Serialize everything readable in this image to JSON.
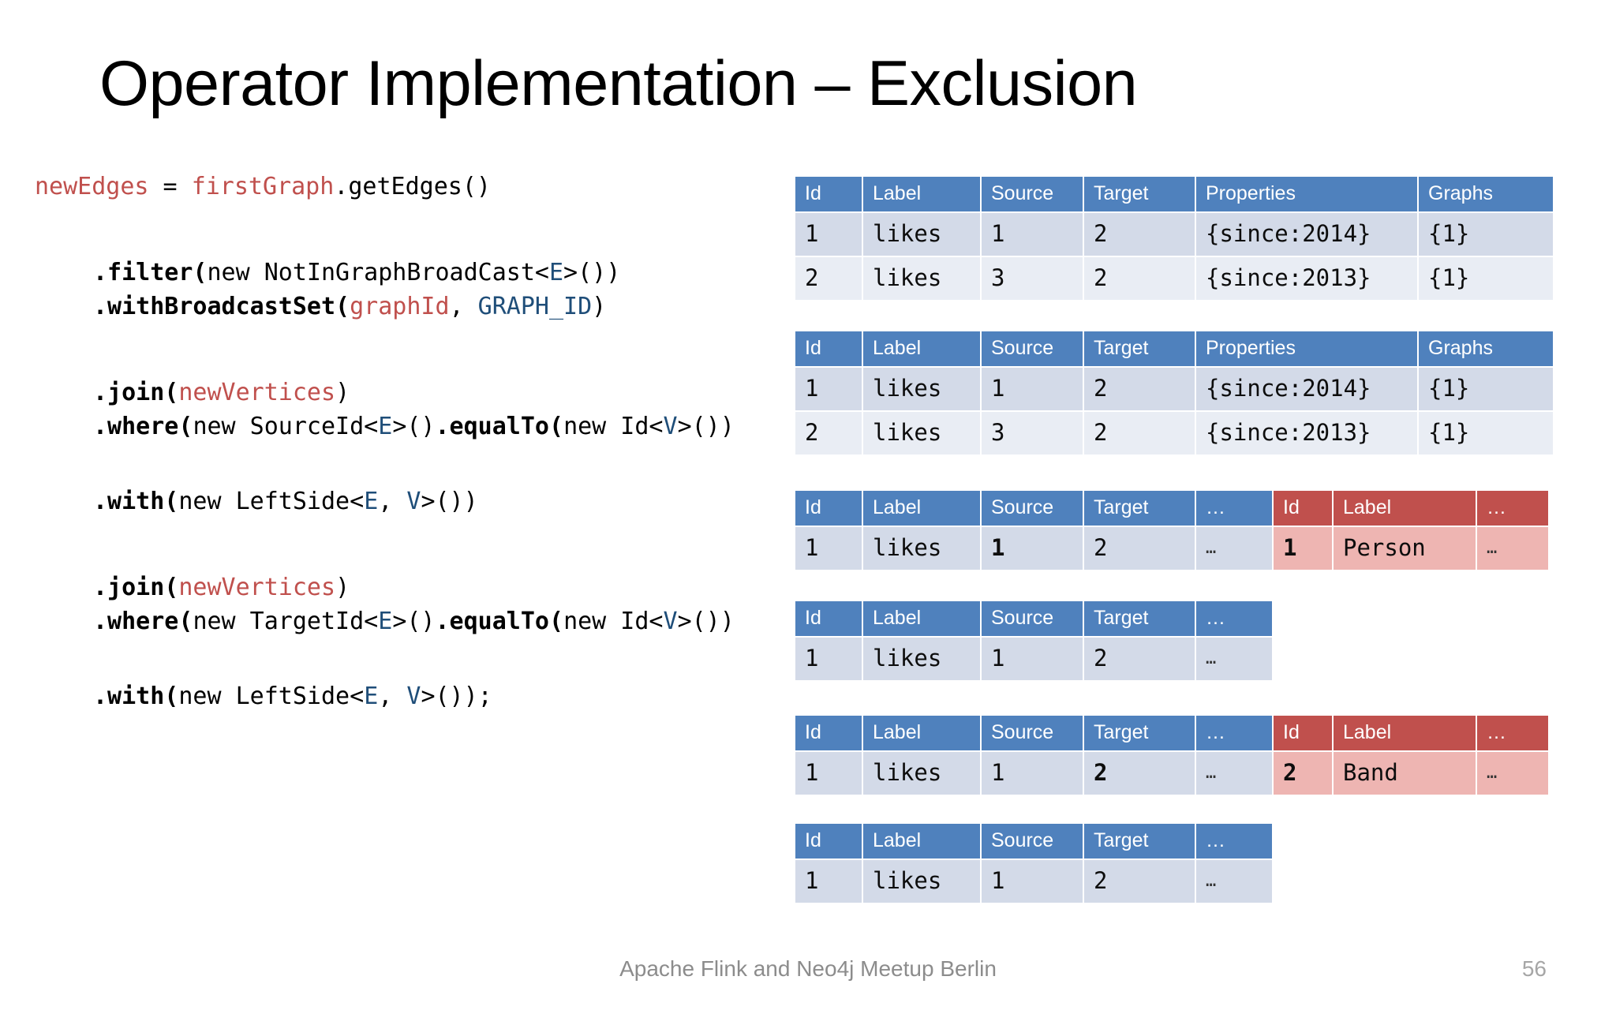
{
  "title": "Operator Implementation – Exclusion",
  "code": {
    "lines": [
      {
        "indent": 0,
        "tokens": [
          {
            "t": "newEdges",
            "k": "var"
          },
          {
            "t": " = ",
            "k": "plain"
          },
          {
            "t": "firstGraph",
            "k": "var"
          },
          {
            "t": ".getEdges()",
            "k": "plain"
          }
        ]
      },
      {
        "indent": 1,
        "tokens": [
          {
            "t": ".filter(",
            "k": "meth"
          },
          {
            "t": "new NotInGraphBroadCast<",
            "k": "plain"
          },
          {
            "t": "E",
            "k": "gen"
          },
          {
            "t": ">())",
            "k": "plain"
          }
        ]
      },
      {
        "indent": 1,
        "tokens": [
          {
            "t": ".withBroadcastSet(",
            "k": "meth"
          },
          {
            "t": "graphId",
            "k": "var"
          },
          {
            "t": ", ",
            "k": "plain"
          },
          {
            "t": "GRAPH_ID",
            "k": "gen"
          },
          {
            "t": ")",
            "k": "plain"
          }
        ]
      },
      {
        "indent": 1,
        "tokens": [
          {
            "t": ".join(",
            "k": "meth"
          },
          {
            "t": "newVertices",
            "k": "var"
          },
          {
            "t": ")",
            "k": "plain"
          }
        ]
      },
      {
        "indent": 1,
        "tokens": [
          {
            "t": ".where(",
            "k": "meth"
          },
          {
            "t": "new SourceId<",
            "k": "plain"
          },
          {
            "t": "E",
            "k": "gen"
          },
          {
            "t": ">()",
            "k": "plain"
          },
          {
            "t": ".equalTo(",
            "k": "meth"
          },
          {
            "t": "new Id<",
            "k": "plain"
          },
          {
            "t": "V",
            "k": "gen"
          },
          {
            "t": ">())",
            "k": "plain"
          }
        ]
      },
      {
        "indent": 1,
        "tokens": [
          {
            "t": ".with(",
            "k": "meth"
          },
          {
            "t": "new LeftSide<",
            "k": "plain"
          },
          {
            "t": "E",
            "k": "gen"
          },
          {
            "t": ", ",
            "k": "plain"
          },
          {
            "t": "V",
            "k": "gen"
          },
          {
            "t": ">())",
            "k": "plain"
          }
        ]
      },
      {
        "indent": 1,
        "tokens": [
          {
            "t": ".join(",
            "k": "meth"
          },
          {
            "t": "newVertices",
            "k": "var"
          },
          {
            "t": ")",
            "k": "plain"
          }
        ]
      },
      {
        "indent": 1,
        "tokens": [
          {
            "t": ".where(",
            "k": "meth"
          },
          {
            "t": "new TargetId<",
            "k": "plain"
          },
          {
            "t": "E",
            "k": "gen"
          },
          {
            "t": ">()",
            "k": "plain"
          },
          {
            "t": ".equalTo(",
            "k": "meth"
          },
          {
            "t": "new Id<",
            "k": "plain"
          },
          {
            "t": "V",
            "k": "gen"
          },
          {
            "t": ">())",
            "k": "plain"
          }
        ]
      },
      {
        "indent": 1,
        "tokens": [
          {
            "t": ".with(",
            "k": "meth"
          },
          {
            "t": "new LeftSide<",
            "k": "plain"
          },
          {
            "t": "E",
            "k": "gen"
          },
          {
            "t": ", ",
            "k": "plain"
          },
          {
            "t": "V",
            "k": "gen"
          },
          {
            "t": ">());",
            "k": "plain"
          }
        ]
      }
    ]
  },
  "tables": {
    "edges_1": {
      "headers": [
        "Id",
        "Label",
        "Source",
        "Target",
        "Properties",
        "Graphs"
      ],
      "rows": [
        [
          "1",
          "likes",
          "1",
          "2",
          "{since:2014}",
          "{1}"
        ],
        [
          "2",
          "likes",
          "3",
          "2",
          "{since:2013}",
          "{1}"
        ]
      ]
    },
    "edges_2": {
      "headers": [
        "Id",
        "Label",
        "Source",
        "Target",
        "Properties",
        "Graphs"
      ],
      "rows": [
        [
          "1",
          "likes",
          "1",
          "2",
          "{since:2014}",
          "{1}"
        ],
        [
          "2",
          "likes",
          "3",
          "2",
          "{since:2013}",
          "{1}"
        ]
      ]
    },
    "join_source": {
      "headers_left": [
        "Id",
        "Label",
        "Source",
        "Target",
        "…"
      ],
      "headers_right": [
        "Id",
        "Label",
        "…"
      ],
      "row_left": [
        "1",
        "likes",
        "1",
        "2",
        "…"
      ],
      "row_right": [
        "1",
        "Person",
        "…"
      ]
    },
    "with_source": {
      "headers": [
        "Id",
        "Label",
        "Source",
        "Target",
        "…"
      ],
      "rows": [
        [
          "1",
          "likes",
          "1",
          "2",
          "…"
        ]
      ]
    },
    "join_target": {
      "headers_left": [
        "Id",
        "Label",
        "Source",
        "Target",
        "…"
      ],
      "headers_right": [
        "Id",
        "Label",
        "…"
      ],
      "row_left": [
        "1",
        "likes",
        "1",
        "2",
        "…"
      ],
      "row_right": [
        "2",
        "Band",
        "…"
      ]
    },
    "with_target": {
      "headers": [
        "Id",
        "Label",
        "Source",
        "Target",
        "…"
      ],
      "rows": [
        [
          "1",
          "likes",
          "1",
          "2",
          "…"
        ]
      ]
    }
  },
  "footer": {
    "center": "Apache Flink and Neo4j Meetup Berlin",
    "page": "56"
  },
  "colors": {
    "header_blue": "#4f81bd",
    "header_red": "#c0504d",
    "row_blue_dark": "#d3dae8",
    "row_blue_light": "#e9edf4",
    "row_red": "#eeb5b2",
    "code_var": "#c0504d",
    "code_generic": "#1f4e79",
    "footer_text": "#8c8c8c"
  }
}
